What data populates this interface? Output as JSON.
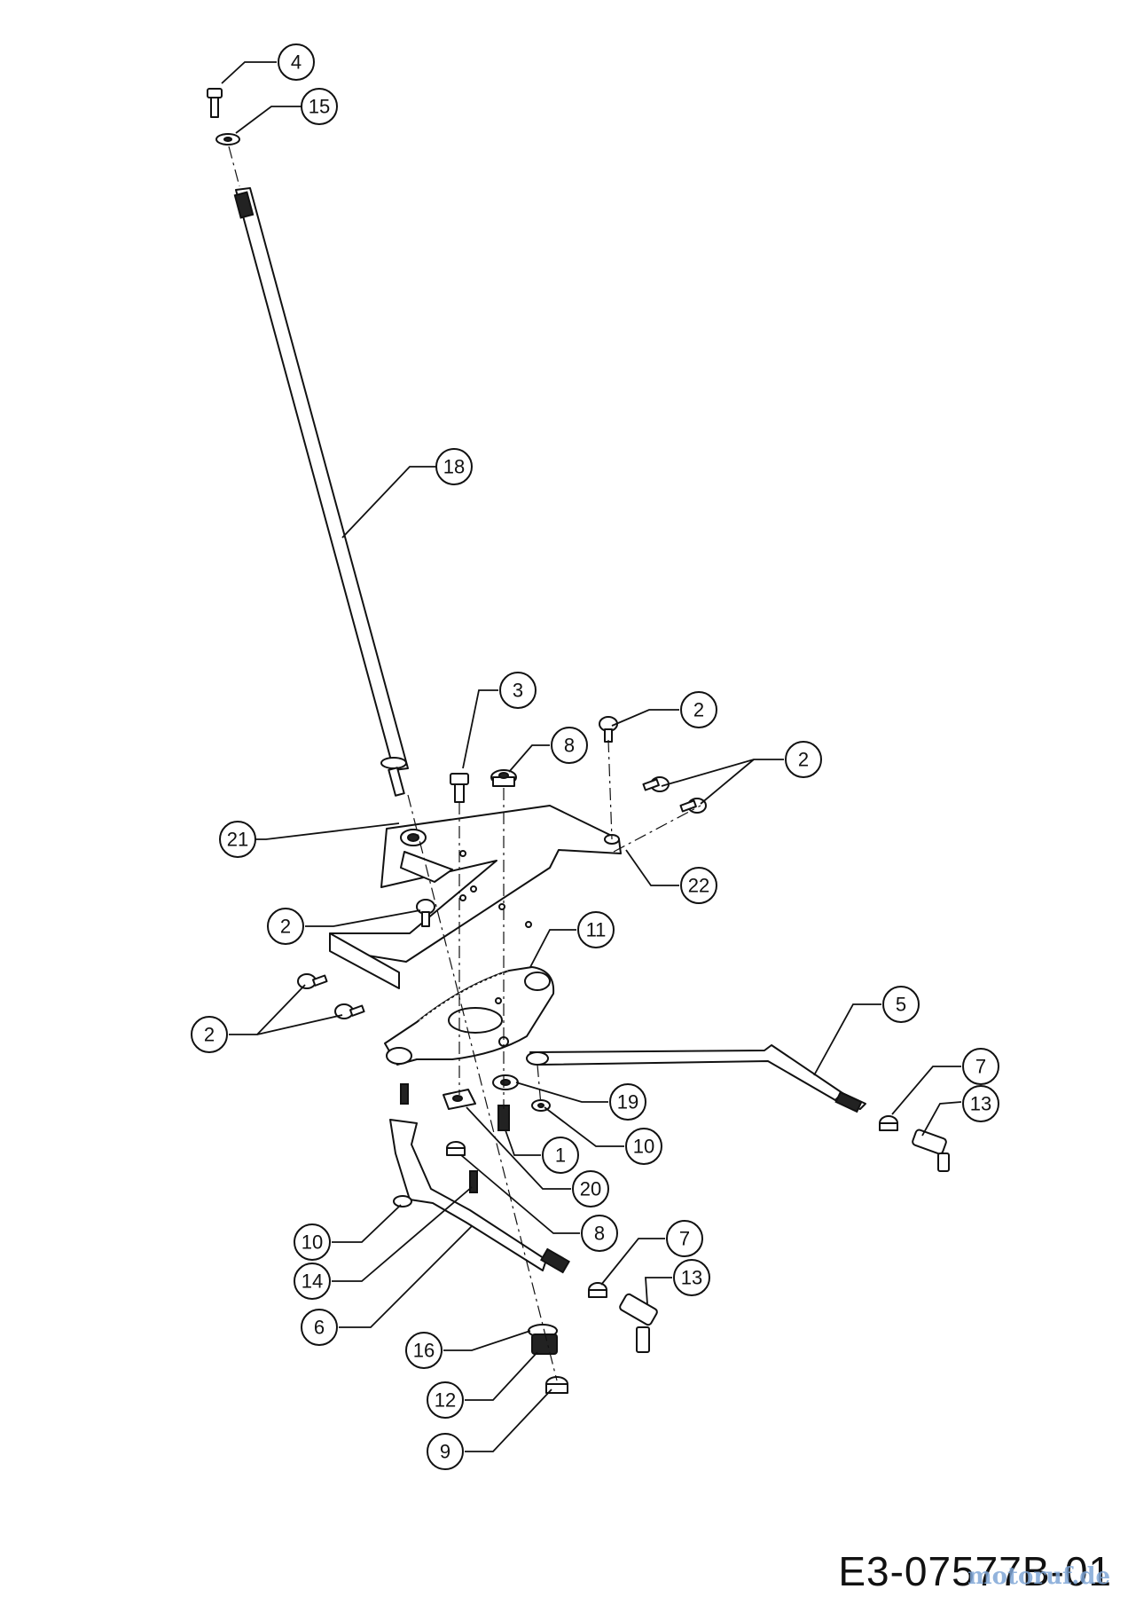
{
  "diagram": {
    "drawing_code": "E3-07577B-01",
    "watermark": "motoruf.de",
    "callouts": [
      {
        "id": "c4",
        "label": "4"
      },
      {
        "id": "c15",
        "label": "15"
      },
      {
        "id": "c18",
        "label": "18"
      },
      {
        "id": "c3",
        "label": "3"
      },
      {
        "id": "c2a",
        "label": "2"
      },
      {
        "id": "c8a",
        "label": "8"
      },
      {
        "id": "c2b",
        "label": "2"
      },
      {
        "id": "c21",
        "label": "21"
      },
      {
        "id": "c22",
        "label": "22"
      },
      {
        "id": "c2c",
        "label": "2"
      },
      {
        "id": "c11",
        "label": "11"
      },
      {
        "id": "c2d",
        "label": "2"
      },
      {
        "id": "c5",
        "label": "5"
      },
      {
        "id": "c7a",
        "label": "7"
      },
      {
        "id": "c13a",
        "label": "13"
      },
      {
        "id": "c19",
        "label": "19"
      },
      {
        "id": "c10a",
        "label": "10"
      },
      {
        "id": "c1",
        "label": "1"
      },
      {
        "id": "c20",
        "label": "20"
      },
      {
        "id": "c8b",
        "label": "8"
      },
      {
        "id": "c10b",
        "label": "10"
      },
      {
        "id": "c14",
        "label": "14"
      },
      {
        "id": "c7b",
        "label": "7"
      },
      {
        "id": "c13b",
        "label": "13"
      },
      {
        "id": "c6",
        "label": "6"
      },
      {
        "id": "c16",
        "label": "16"
      },
      {
        "id": "c12",
        "label": "12"
      },
      {
        "id": "c9",
        "label": "9"
      }
    ]
  }
}
